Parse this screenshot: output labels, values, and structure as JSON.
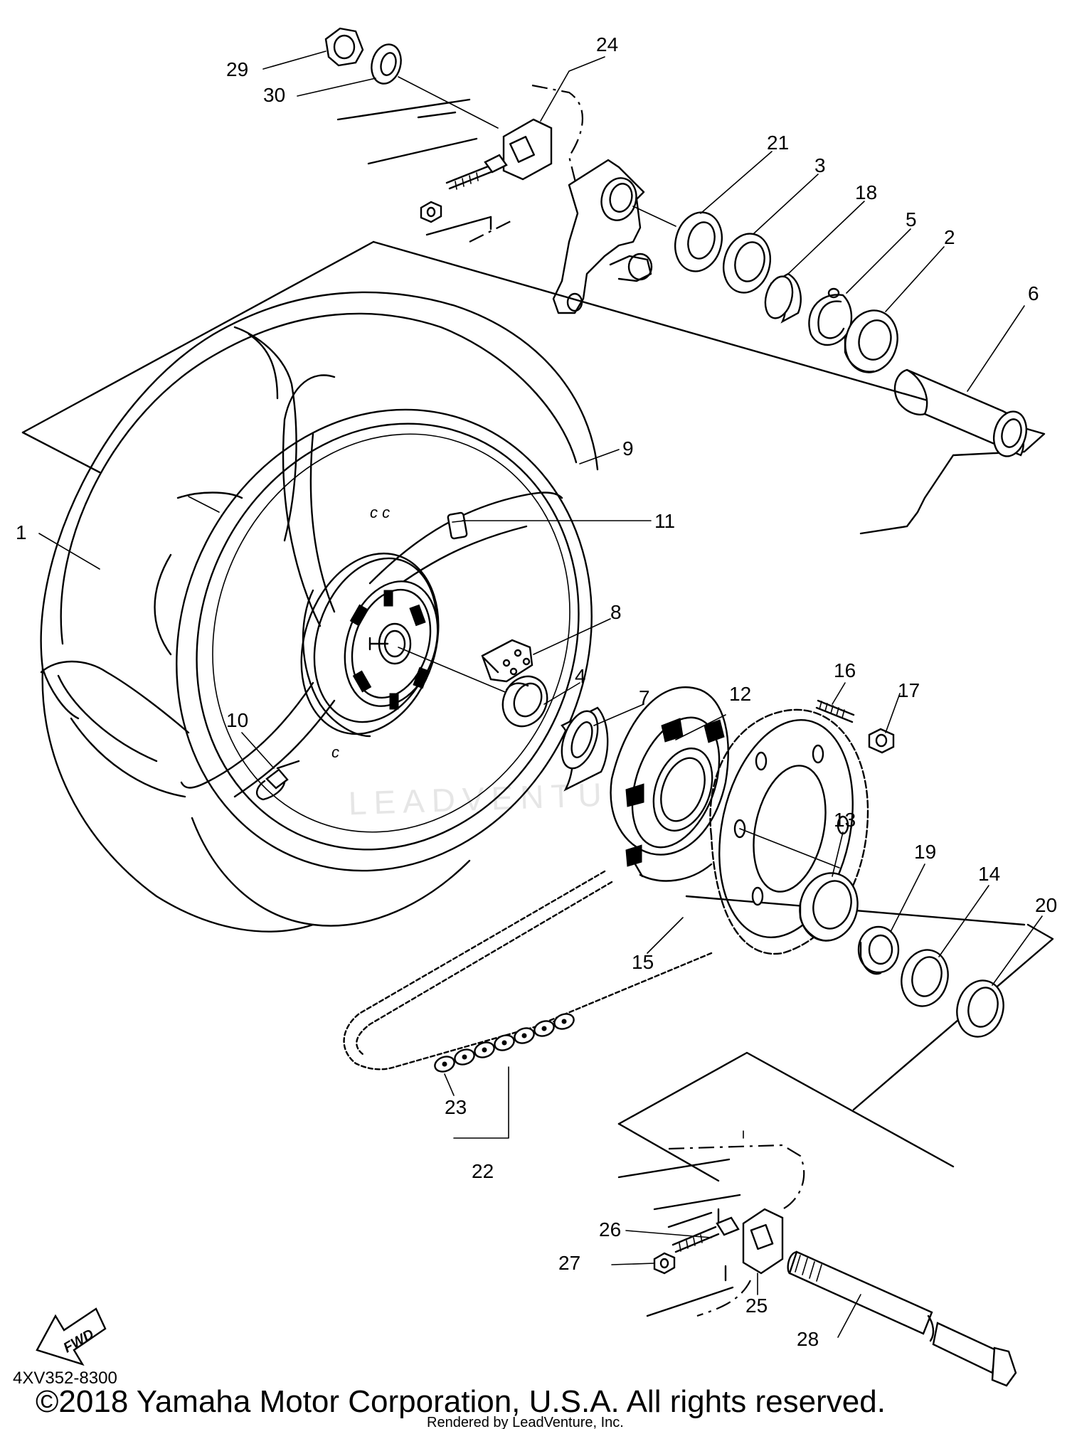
{
  "diagram": {
    "part_code": "4XV352-8300",
    "fwd_label": "FWD",
    "copyright": "©2018 Yamaha Motor Corporation, U.S.A. All rights reserved.",
    "rendered_by": "Rendered by LeadVenture, Inc.",
    "watermark": "LEADVENTURE",
    "callouts": {
      "c1": "1",
      "c2": "2",
      "c3": "3",
      "c4": "4",
      "c5": "5",
      "c6": "6",
      "c7": "7",
      "c8": "8",
      "c9": "9",
      "c10": "10",
      "c11": "11",
      "c12": "12",
      "c13": "13",
      "c14": "14",
      "c15": "15",
      "c16": "16",
      "c17": "17",
      "c18": "18",
      "c19": "19",
      "c20": "20",
      "c21": "21",
      "c22": "22",
      "c23": "23",
      "c24": "24",
      "c25": "25",
      "c26": "26",
      "c27": "27",
      "c28": "28",
      "c29": "29",
      "c30": "30"
    }
  }
}
